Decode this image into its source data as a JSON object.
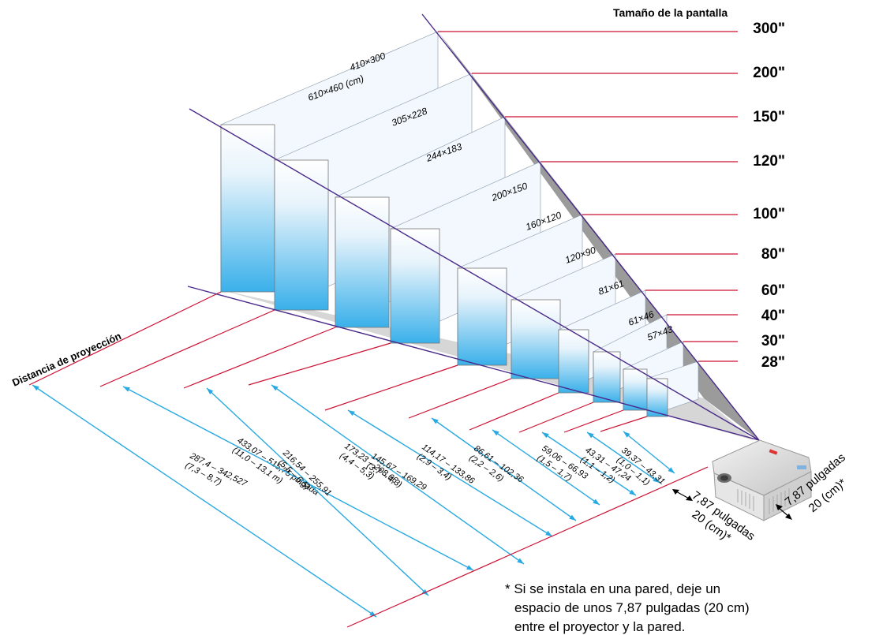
{
  "header": {
    "screen_size_title": "Tamaño de la pantalla"
  },
  "distance_title": "Distancia de proyección",
  "screens": [
    {
      "size": "300\"",
      "dimensions": "610×460 (cm)",
      "distance_in": "433,07 – 515,75 pulgada",
      "distance_m": "(11,0 – 13,1 m)"
    },
    {
      "size": "200\"",
      "dimensions": "410×300",
      "distance_in": "287,4 – 342,527",
      "distance_m": "(7,3 – 8,7)"
    },
    {
      "size": "150\"",
      "dimensions": "305×228",
      "distance_in": "216,54 – 255,91",
      "distance_m": "(5,5 – 6,5)"
    },
    {
      "size": "120\"",
      "dimensions": "244×183",
      "distance_in": "173,23 – 208,66",
      "distance_m": "(4,4 – 5,3)"
    },
    {
      "size": "100\"",
      "dimensions": "200×150",
      "distance_in": "145,67 – 169,29",
      "distance_m": "(3,7 – 4,3)"
    },
    {
      "size": "80\"",
      "dimensions": "160×120",
      "distance_in": "114,17 – 133,86",
      "distance_m": "(2,9 – 3,4)"
    },
    {
      "size": "60\"",
      "dimensions": "120×90",
      "distance_in": "86,61 – 102,36",
      "distance_m": "(2,2 – 2,6)"
    },
    {
      "size": "40\"",
      "dimensions": "81×61",
      "distance_in": "59,06 – 66,93",
      "distance_m": "(1,5 – 1,7)"
    },
    {
      "size": "30\"",
      "dimensions": "61×46",
      "distance_in": "43,31 – 47,24",
      "distance_m": "(1,1 – 1,2)"
    },
    {
      "size": "28\"",
      "dimensions": "57×43",
      "distance_in": "39,37 – 43,31",
      "distance_m": "(1,0 – 1,1)"
    }
  ],
  "clearance": {
    "label_in": "7,87 pulgadas",
    "label_cm": "20 (cm)*"
  },
  "footnote": {
    "line1": "* Si se instala en una pared, deje un",
    "line2": "espacio de unos 7,87 pulgadas (20 cm)",
    "line3": "entre el proyector y la pared."
  },
  "colors": {
    "red_line": "#cc1133",
    "purple_line": "#4a2a8a",
    "arrow": "#29a9e1",
    "screen_top": "#eef6fc",
    "screen_bottom": "#3ab0ea",
    "side_wall": "#9a9a9a",
    "floor": "#d4d4d4"
  }
}
